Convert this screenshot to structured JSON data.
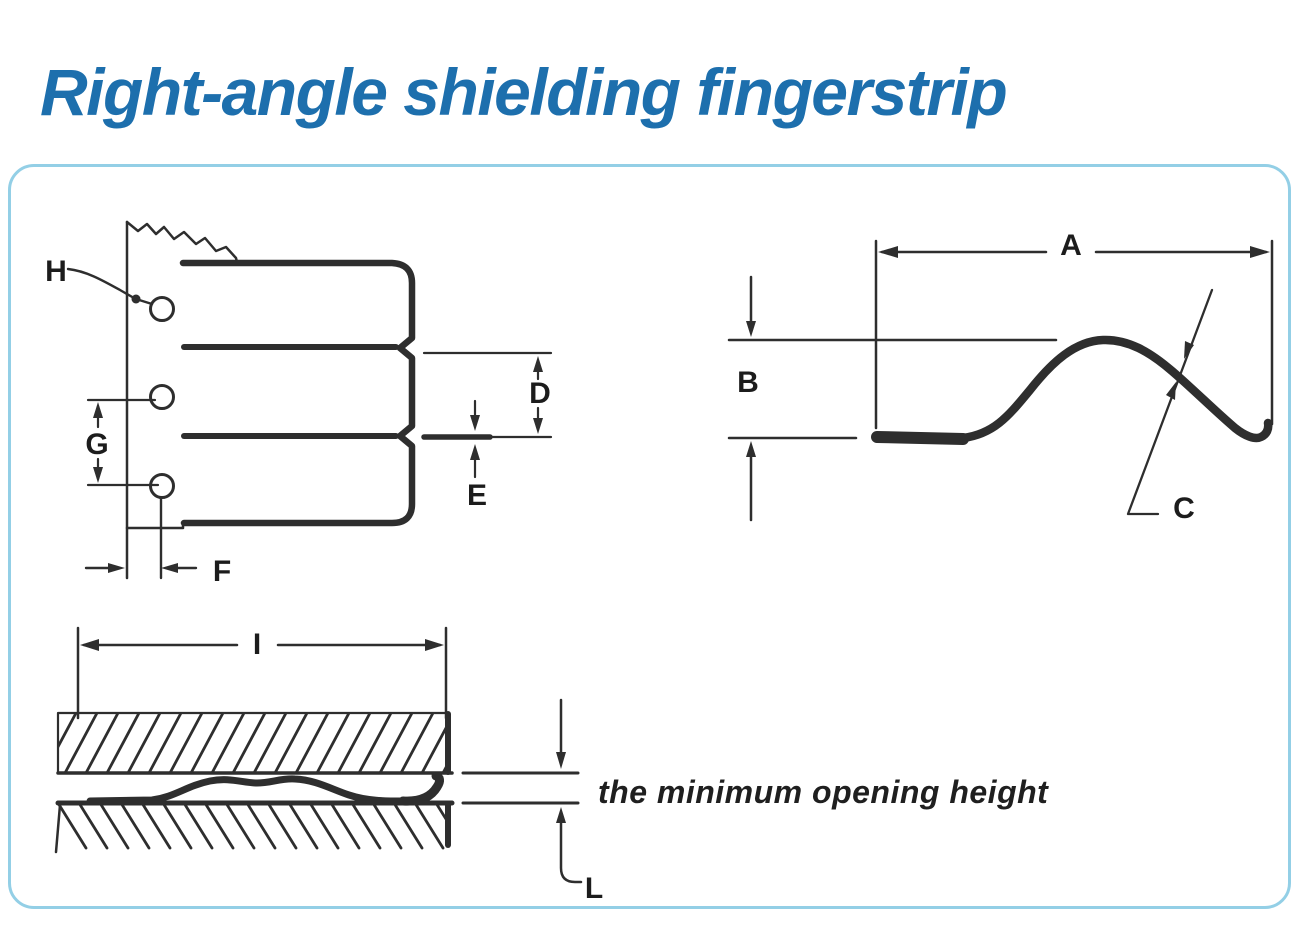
{
  "page": {
    "title": "Right-angle shielding fingerstrip",
    "title_color": "#1d6fad",
    "background_color": "#ffffff"
  },
  "panel": {
    "border_color": "#93cfe6",
    "caption": "the minimum opening height",
    "line_color": "#2e2e2e",
    "label_color": "#1c1c1c"
  },
  "front_view": {
    "description": "front view of fingerstrip with mounting holes",
    "labels": {
      "H": "H",
      "G": "G",
      "D": "D",
      "E": "E",
      "F": "F"
    }
  },
  "profile_view": {
    "description": "side profile of single finger",
    "labels": {
      "A": "A",
      "B": "B",
      "C": "C"
    }
  },
  "installed_view": {
    "description": "fingerstrip compressed between two plates",
    "labels": {
      "I": "I",
      "L": "L"
    }
  }
}
